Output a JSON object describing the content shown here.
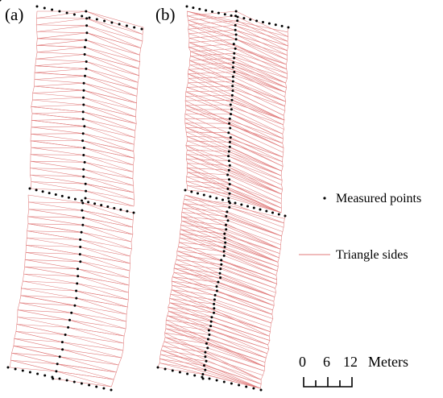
{
  "panels": [
    {
      "label": "(a)"
    },
    {
      "label": "(b)"
    }
  ],
  "legend": {
    "points_label": "Measured points",
    "sides_label": "Triangle sides",
    "point_color": "#000000",
    "side_color": "#e07a7a"
  },
  "scalebar": {
    "ticks": [
      "0",
      "6",
      "12"
    ],
    "unit": "Meters"
  }
}
